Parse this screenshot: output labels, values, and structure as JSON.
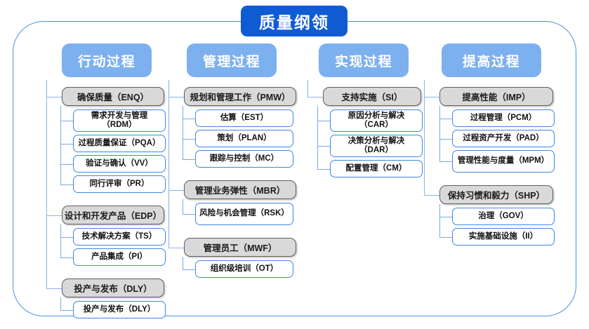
{
  "title": "质量纲领",
  "theme": {
    "frame_border": "#4a90e2",
    "title_bg": "#0f5bd4",
    "header_bg": "#7db0ef",
    "level2_bg": "#d9d9d9",
    "level2_border": "#5f5f5f",
    "level3_border": "#3f86e0",
    "connector": "#8ab4e8"
  },
  "columns": [
    {
      "header": "行动过程",
      "groups": [
        {
          "label": "确保质量（ENQ）",
          "children": [
            "需求开发与管理（RDM）",
            "过程质量保证（PQA）",
            "验证与确认（VV）",
            "同行评审（PR）"
          ]
        },
        {
          "label": "设计和开发产品（EDP）",
          "children": [
            "技术解决方案（TS）",
            "产品集成（PI）"
          ]
        },
        {
          "label": "投产与发布（DLY）",
          "children": [
            "投产与发布（DLY）"
          ]
        }
      ]
    },
    {
      "header": "管理过程",
      "groups": [
        {
          "label": "规划和管理工作（PMW）",
          "children": [
            "估算（EST）",
            "策划（PLAN）",
            "跟踪与控制（MC）"
          ]
        },
        {
          "label": "管理业务弹性（MBR）",
          "children": [
            "风险与机会管理（RSK）"
          ]
        },
        {
          "label": "管理员工（MWF）",
          "children": [
            "组织级培训（OT）"
          ]
        }
      ]
    },
    {
      "header": "实现过程",
      "groups": [
        {
          "label": "支持实施（SI）",
          "children": [
            "原因分析与解决（CAR）",
            "决策分析与解决（DAR）",
            "配置管理（CM）"
          ]
        }
      ]
    },
    {
      "header": "提高过程",
      "groups": [
        {
          "label": "提高性能（IMP）",
          "children": [
            "过程管理（PCM）",
            "过程资产开发（PAD）",
            "管理性能与度量（MPM）"
          ]
        },
        {
          "label": "保持习惯和毅力（SHP）",
          "children": [
            "治理（GOV）",
            "实施基础设施（II）"
          ]
        }
      ]
    }
  ]
}
